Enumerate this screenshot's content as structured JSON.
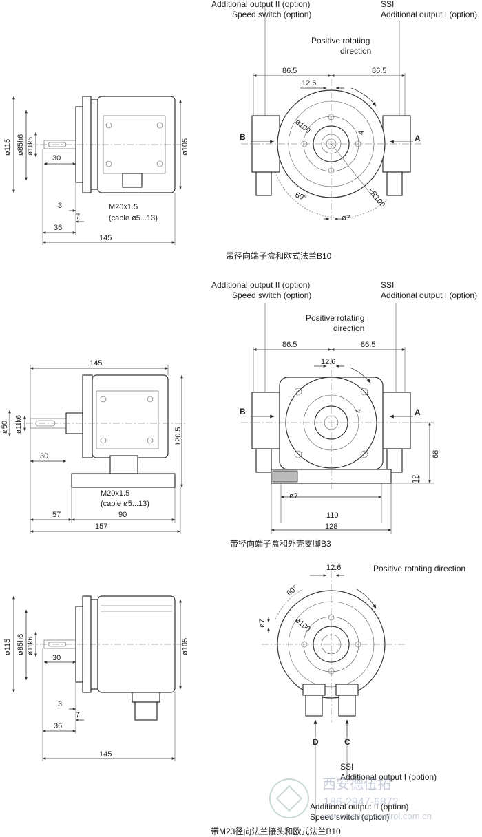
{
  "section1": {
    "top_labels": {
      "additional_output_2": "Additional output II (option)",
      "speed_switch": "Speed switch (option)",
      "ssi": "SSI",
      "additional_output_1": "Additional output I (option)",
      "positive_rotating": "Positive rotating",
      "direction": "direction"
    },
    "side_dims": {
      "d115": "ø115",
      "d85": "ø85h6",
      "d11": "ø11k6",
      "d105": "ø105",
      "len30": "30",
      "len3": "3",
      "len7": "7",
      "len36": "36",
      "len145": "145",
      "thread": "M20x1.5",
      "cable": "(cable ø5...13)"
    },
    "front_dims": {
      "w_left": "86.5",
      "w_right": "86.5",
      "d126": "12.6",
      "d100": "ø100",
      "d4": "4",
      "r100": "~R100",
      "a60": "60°",
      "d7": "ø7",
      "arrow_b": "B",
      "arrow_a": "A"
    },
    "caption": "带径向端子盒和欧式法兰B10"
  },
  "section2": {
    "top_labels": {
      "additional_output_2": "Additional output II (option)",
      "speed_switch": "Speed switch (option)",
      "ssi": "SSI",
      "additional_output_1": "Additional output I (option)",
      "positive_rotating": "Positive rotating",
      "direction": "direction"
    },
    "side_dims": {
      "len145": "145",
      "d50": "ø50",
      "d11": "ø11k6",
      "h1205": "120.5",
      "len30": "30",
      "thread": "M20x1.5",
      "cable": "(cable ø5...13)",
      "len57": "57",
      "len90": "90",
      "len157": "157"
    },
    "front_dims": {
      "w_left": "86.5",
      "w_right": "86.5",
      "d126": "12.6",
      "d4": "4",
      "h68": "68",
      "h12": "12",
      "d7": "ø7",
      "w110": "110",
      "w128": "128",
      "arrow_b": "B",
      "arrow_a": "A"
    },
    "caption": "带径向端子盒和外壳支脚B3"
  },
  "section3": {
    "top_labels": {
      "positive_rotating_direction": "Positive rotating direction",
      "d126": "12.6",
      "a60": "60°",
      "d7": "ø7",
      "d100": "ø100"
    },
    "side_dims": {
      "d115": "ø115",
      "d85": "ø85h6",
      "d11": "ø11k6",
      "d105": "ø105",
      "len30": "30",
      "len3": "3",
      "len7": "7",
      "len36": "36",
      "len145": "145"
    },
    "bottom_labels": {
      "arrow_d": "D",
      "arrow_c": "C",
      "ssi": "SSI",
      "additional_output_1": "Additional output I (option)",
      "additional_output_2": "Additional output II (option)",
      "speed_switch": "Speed switch (option)"
    },
    "caption": "带M23径向法兰接头和欧式法兰B10"
  },
  "watermark": {
    "company": "西安德伍拓",
    "phone": "186-2947-6872",
    "url": "www.motion-control.com.cn"
  }
}
